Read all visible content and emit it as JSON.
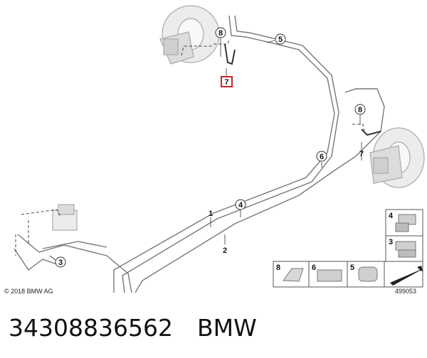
{
  "diagram": {
    "callouts": {
      "part1": "1",
      "part2": "2",
      "part3": "3",
      "part4": "4",
      "part5": "5",
      "part6": "6",
      "part7_top": "7",
      "part7_right": "7",
      "part8_top": "8",
      "part8_right": "8"
    },
    "legend": {
      "item4": "4",
      "item3": "3",
      "item8": "8",
      "item6": "6",
      "item5": "5"
    },
    "highlight_color": "#d0202a"
  },
  "footer": {
    "copyright": "© 2018 BMW AG",
    "reference": "499053"
  },
  "caption": {
    "part_number": "34308836562",
    "brand": "BMW"
  }
}
